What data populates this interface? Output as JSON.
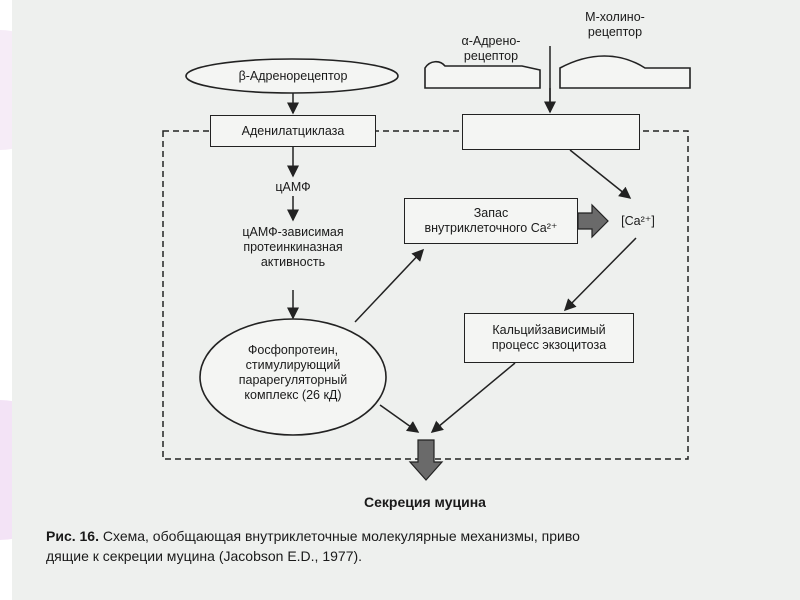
{
  "diagram": {
    "beta_receptor": "β-Адренорецептор",
    "alpha_receptor_l1": "α-Адрено-",
    "alpha_receptor_l2": "рецептор",
    "m_receptor_l1": "М-холино-",
    "m_receptor_l2": "рецептор",
    "adenylate_cyclase": "Аденилатциклаза",
    "camp": "цАМФ",
    "pk_l1": "цАМФ-зависимая",
    "pk_l2": "протеинкиназная",
    "pk_l3": "активность",
    "phospho_l1": "Фосфопротеин,",
    "phospho_l2": "стимулирующий",
    "phospho_l3": "парарегуляторный",
    "phospho_l4": "комплекс (26 кД)",
    "store_l1": "Запас",
    "store_l2": "внутриклеточного Ca²⁺",
    "ca_ion": "[Ca²⁺]",
    "exo_l1": "Кальцийзависимый",
    "exo_l2": "процесс экзоцитоза",
    "output": "Секреция муцина"
  },
  "caption": {
    "label": "Рис. 16.",
    "text_l1": "Схема, обобщающая внутриклеточные молекулярные механизмы, приво",
    "text_l2": "дящие к секреции муцина (Jacobson E.D., 1977)."
  },
  "colors": {
    "ink": "#1a1a1a",
    "paper": "#eef0ee",
    "slide_decor": "#f3e3f6"
  }
}
